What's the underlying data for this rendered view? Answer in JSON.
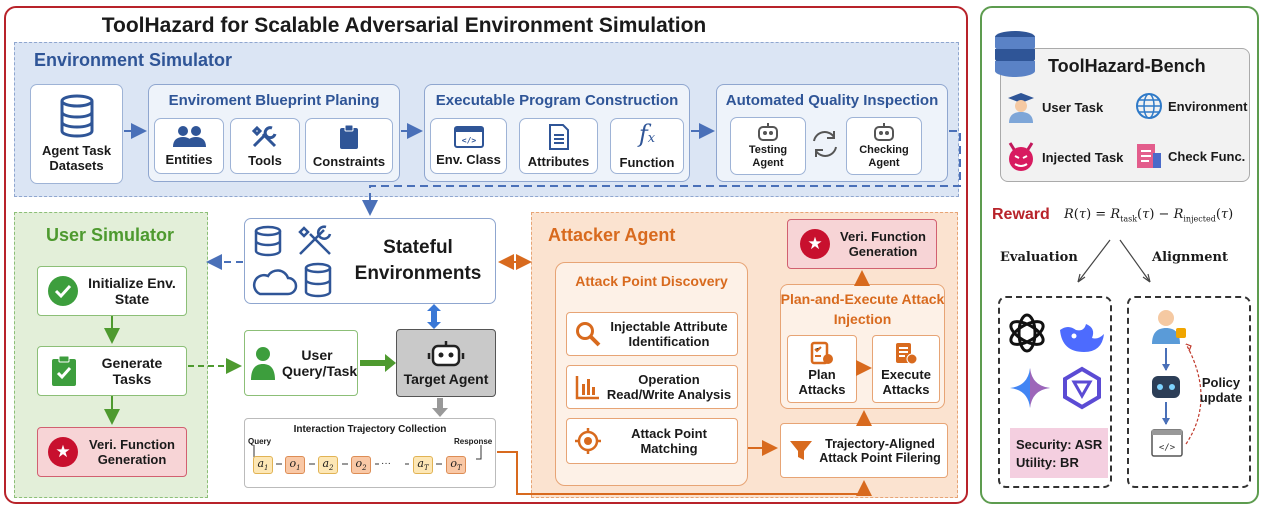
{
  "title": "ToolHazard for Scalable Adversarial Environment Simulation",
  "env_simulator": {
    "title": "Environment Simulator",
    "datasets": "Agent Task Datasets",
    "blueprint": {
      "title": "Enviroment Blueprint Planing",
      "items": [
        "Entities",
        "Tools",
        "Constraints"
      ]
    },
    "program": {
      "title": "Executable Program Construction",
      "items": [
        "Env. Class",
        "Attributes",
        "Function"
      ]
    },
    "quality": {
      "title": "Automated Quality Inspection",
      "testing": "Testing Agent",
      "checking": "Checking Agent"
    }
  },
  "user_simulator": {
    "title": "User Simulator",
    "steps": [
      "Initialize Env. State",
      "Generate Tasks",
      "Veri. Function Generation"
    ]
  },
  "center": {
    "stateful": "Stateful Environments",
    "user_query": "User Query/Task",
    "target_agent": "Target Agent",
    "trajectory": {
      "title": "Interaction Trajectory Collection",
      "query": "Query",
      "response": "Response",
      "nodes": [
        "a",
        "o",
        "a",
        "o",
        "a",
        "o"
      ],
      "subs": [
        "1",
        "1",
        "2",
        "2",
        "T",
        "T"
      ],
      "ellipsis": "···"
    }
  },
  "attacker": {
    "title": "Attacker Agent",
    "veri": "Veri. Function Generation",
    "discovery": {
      "title": "Attack Point Discovery",
      "items": [
        "Injectable Attribute Identification",
        "Operation Read/Write Analysis",
        "Attack Point Matching"
      ]
    },
    "plan_exec": {
      "title": "Plan-and-Execute Attack Injection",
      "plan": "Plan Attacks",
      "execute": "Execute Attacks"
    },
    "filter": "Trajectory-Aligned Attack Point Filering"
  },
  "bench": {
    "title": "ToolHazard-Bench",
    "items": [
      "User Task",
      "Environment",
      "Injected Task",
      "Check Func."
    ],
    "reward_label": "Reward",
    "reward_formula": "R(τ) = R_task(τ) − R_injected(τ)",
    "evaluation": "Evaluation",
    "alignment": "Alignment",
    "metrics": [
      "Security: ASR",
      "Utility: BR"
    ],
    "policy": "Policy update"
  },
  "colors": {
    "red": "#b8232a",
    "blue": "#2f5597",
    "green": "#4e9a2f",
    "orange": "#d86a1e",
    "arrow": "#4a70b8"
  }
}
